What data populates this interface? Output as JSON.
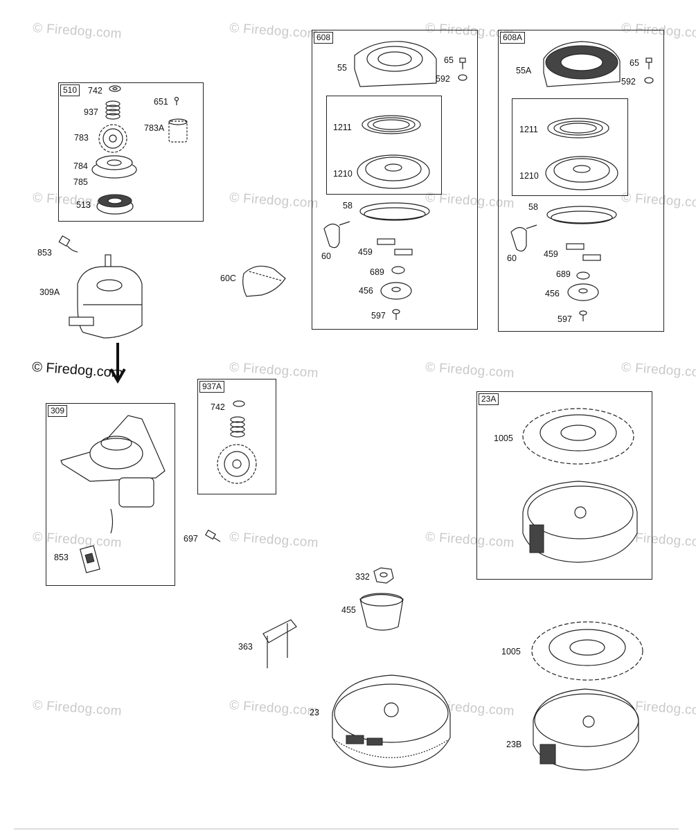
{
  "watermark_text": "© Firedog.com",
  "highlight_watermark": "© Firedog.com",
  "groups": {
    "g510": "510",
    "g608": "608",
    "g608a": "608A",
    "g309": "309",
    "g937a": "937A",
    "g23a": "23A"
  },
  "labels": {
    "l742a": "742",
    "l651": "651",
    "l937": "937",
    "l783": "783",
    "l783a": "783A",
    "l784": "784",
    "l785": "785",
    "l513": "513",
    "l853a": "853",
    "l309a": "309A",
    "l60c": "60C",
    "l55": "55",
    "l65a": "65",
    "l592a": "592",
    "l1211a": "1211",
    "l1210a": "1210",
    "l58a": "58",
    "l60a": "60",
    "l459a": "459",
    "l689a": "689",
    "l456a": "456",
    "l597a": "597",
    "l55a": "55A",
    "l65b": "65",
    "l592b": "592",
    "l1211b": "1211",
    "l1210b": "1210",
    "l58b": "58",
    "l60b": "60",
    "l459b": "459",
    "l689b": "689",
    "l456b": "456",
    "l597b": "597",
    "l853b": "853",
    "l742b": "742",
    "l697": "697",
    "l1005a": "1005",
    "l332": "332",
    "l455": "455",
    "l363": "363",
    "l23": "23",
    "l1005b": "1005",
    "l23b": "23B"
  }
}
